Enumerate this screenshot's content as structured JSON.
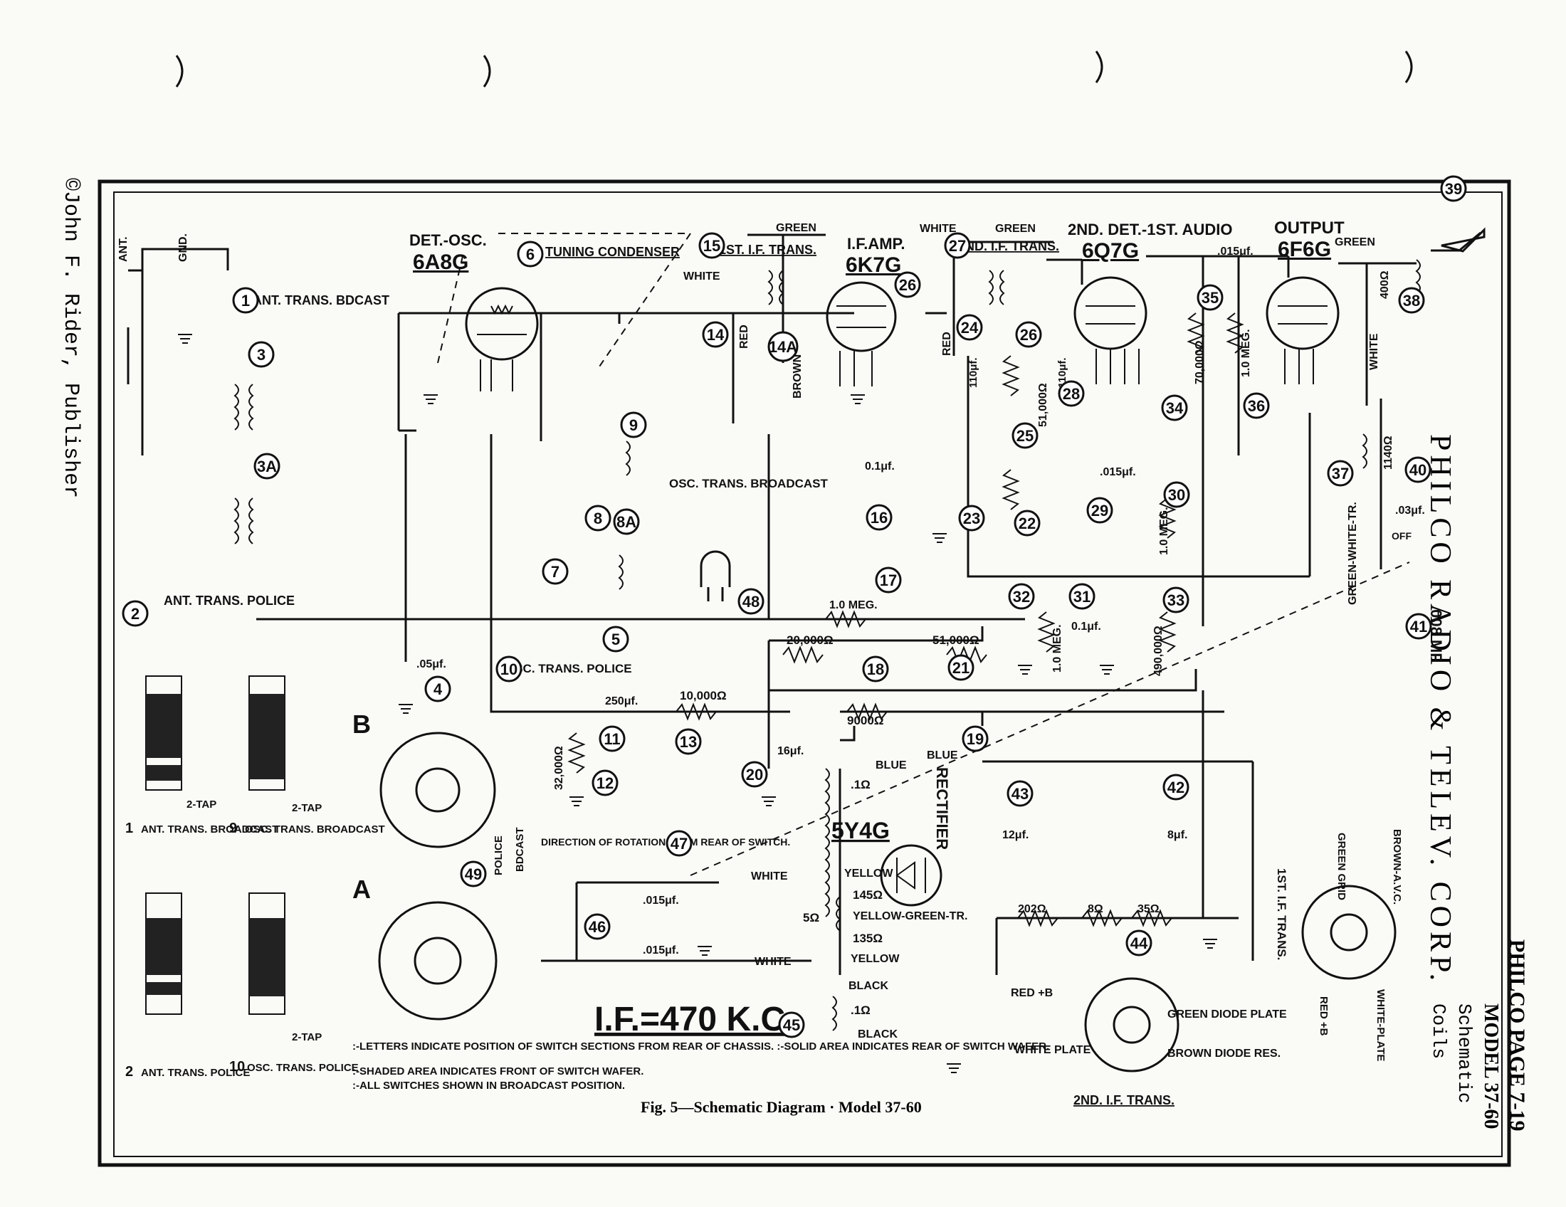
{
  "margin": {
    "publisher": "©John F. Rider, Publisher"
  },
  "corp_name": "PHILCO RADIO & TELEV. CORP.",
  "page_header": {
    "page": "PHILCO PAGE 7-19",
    "model": "MODEL 37-60",
    "sub1": "Schematic",
    "sub2": "Coils"
  },
  "caption": "Fig. 5—Schematic Diagram · Model 37-60",
  "if_freq": "I.F.=470 K.C.",
  "tubes": {
    "det_osc": {
      "role": "DET.-OSC.",
      "type": "6A8G"
    },
    "if_amp": {
      "role": "I.F.AMP.",
      "type": "6K7G"
    },
    "det_audio": {
      "role": "2ND. DET.-1ST. AUDIO",
      "type": "6Q7G"
    },
    "output": {
      "role": "OUTPUT",
      "type": "6F6G"
    },
    "rectifier": {
      "role": "RECTIFIER",
      "type": "5Y4G"
    }
  },
  "labels": {
    "ant": "ANT.",
    "gnd": "GND.",
    "ant_trans_bdcast": "ANT. TRANS. BDCAST",
    "ant_trans_police": "ANT. TRANS. POLICE",
    "tuning_condenser": "TUNING CONDENSER",
    "first_if": "1ST. I.F. TRANS.",
    "second_if": "2ND. I.F. TRANS.",
    "osc_trans_broadcast": "OSC. TRANS. BROADCAST",
    "osc_trans_police": "OSC. TRANS. POLICE",
    "green": "GREEN",
    "white": "WHITE",
    "red": "RED",
    "brown": "BROWN",
    "blue": "BLUE",
    "yellow": "YELLOW",
    "black": "BLACK",
    "yellow_green_tr": "YELLOW-GREEN-TR.",
    "green_white_tr": "GREEN-WHITE-TR.",
    "direction": "DIRECTION OF ROTATION FROM REAR OF SWITCH.",
    "police": "POLICE",
    "bdcast": "BDCAST",
    "off": "OFF",
    "switch_b": "B",
    "switch_a": "A"
  },
  "values": {
    "c_015_top": ".015μf.",
    "c_015_mid": ".015μf.",
    "r_70000": "70,000Ω",
    "r_1meg_36": "1.0 MEG.",
    "r_51000_25": "51,000Ω",
    "r_1meg_17": "1.0 MEG.",
    "r_20000": "20,000Ω",
    "r_51000_21": "51,000Ω",
    "r_1meg_30": "1.0 MEG.",
    "r_1meg_32": "1.0 MEG.",
    "r_490000": "490,000Ω",
    "c_01_16": "0.1μf.",
    "c_01_31": "0.1μf.",
    "c_05": ".05μf.",
    "c_250": "250μf.",
    "r_10000": "10,000Ω",
    "r_9000": "9000Ω",
    "r_32000": "32,000Ω",
    "c_16": "16μf.",
    "c_12": "12μf.",
    "c_8": "8μf.",
    "r_202": "202Ω",
    "r_8": "8Ω",
    "r_35": "35Ω",
    "c_015_a": ".015μf.",
    "c_015_b": ".015μf.",
    "c_03": ".03μf.",
    "c_008": ".008 MF",
    "r_400": "400Ω",
    "r_1140": "1140Ω",
    "pt_145": "145Ω",
    "pt_135": "135Ω",
    "pt_5": "5Ω",
    "pt_1a": ".1Ω",
    "pt_1b": ".1Ω",
    "c_110_24": "110μf.",
    "c_110_28": "110μf."
  },
  "coils": [
    {
      "num": "1",
      "name": "ANT. TRANS. BROADCAST"
    },
    {
      "num": "9",
      "name": "OSC. TRANS. BROADCAST"
    },
    {
      "num": "2",
      "name": "ANT. TRANS. POLICE"
    },
    {
      "num": "10",
      "name": "OSC. TRANS. POLICE"
    }
  ],
  "coil_tap": "2-TAP",
  "notes": [
    ":-LETTERS INDICATE POSITION OF SWITCH SECTIONS FROM REAR OF CHASSIS. :-SOLID AREA INDICATES REAR OF SWITCH WAFER.",
    ":-SHADED AREA INDICATES FRONT OF SWITCH WAFER.",
    ":-ALL SWITCHES SHOWN IN BROADCAST POSITION."
  ],
  "if_trans_1": {
    "num": "15",
    "title": "1ST. I.F. TRANS.",
    "l1": "GREEN GRID",
    "l2": "BROWN-A.V.C.",
    "l3": "RED +B",
    "l4": "WHITE-PLATE"
  },
  "if_trans_2": {
    "num": "27",
    "title": "2ND. I.F. TRANS.",
    "l1": "RED +B",
    "l2": "GREEN DIODE PLATE",
    "l3": "WHITE PLATE",
    "l4": "BROWN DIODE RES."
  },
  "part_numbers": [
    "1",
    "2",
    "3",
    "3A",
    "4",
    "5",
    "6",
    "7",
    "8",
    "8A",
    "9",
    "10",
    "11",
    "12",
    "13",
    "14",
    "14A",
    "15",
    "16",
    "17",
    "18",
    "19",
    "20",
    "21",
    "22",
    "23",
    "24",
    "26",
    "26",
    "25",
    "27",
    "28",
    "29",
    "30",
    "31",
    "32",
    "33",
    "34",
    "35",
    "36",
    "37",
    "38",
    "39",
    "40",
    "41",
    "42",
    "43",
    "44",
    "45",
    "46",
    "47",
    "48",
    "49"
  ]
}
